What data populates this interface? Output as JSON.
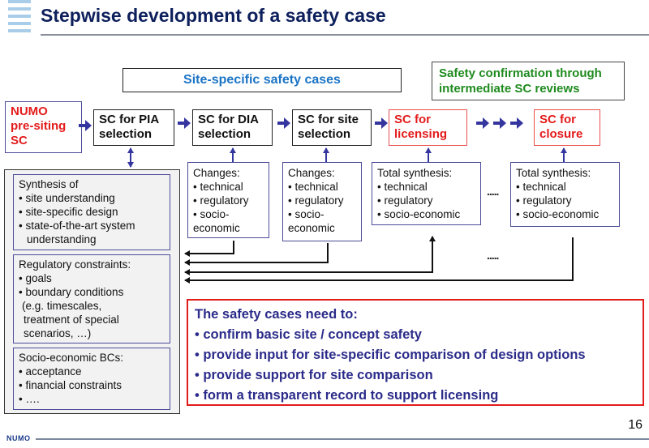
{
  "slide": {
    "title": "Stepwise development of a safety case",
    "page_number": "16",
    "footer_logo": "NUMO"
  },
  "banners": {
    "site_specific": "Site-specific safety cases",
    "confirmation_line1": "Safety confirmation through",
    "confirmation_line2": "intermediate SC reviews"
  },
  "stages": [
    {
      "line1": "NUMO",
      "line2": "pre-siting",
      "line3": "SC",
      "color": "#e41b1b"
    },
    {
      "line1": "SC for PIA",
      "line2": "selection",
      "color": "#111111"
    },
    {
      "line1": "SC for DIA",
      "line2": "selection",
      "color": "#111111"
    },
    {
      "line1": "SC for site",
      "line2": "selection",
      "color": "#111111"
    },
    {
      "line1": "SC for",
      "line2": "licensing",
      "color": "#e41b1b"
    },
    {
      "line1": "SC for",
      "line2": "closure",
      "color": "#e41b1b"
    }
  ],
  "inputs": [
    {
      "heading": "Changes:",
      "items": [
        "technical",
        "regulatory",
        "socio-"
      ],
      "tail": "economic"
    },
    {
      "heading": "Changes:",
      "items": [
        "technical",
        "regulatory",
        "socio-"
      ],
      "tail": "economic"
    },
    {
      "heading": "Total synthesis:",
      "items": [
        "technical",
        "regulatory",
        "socio-economic"
      ]
    },
    {
      "heading": "Total synthesis:",
      "items": [
        "technical",
        "regulatory",
        "socio-economic"
      ]
    }
  ],
  "ellipsis": ".....",
  "left_panel": {
    "synthesis": {
      "heading": "Synthesis of",
      "items": [
        "site understanding",
        "site-specific design",
        "state-of-the-art system"
      ],
      "tail": "understanding"
    },
    "regulatory": {
      "heading": "Regulatory constraints:",
      "items": [
        "goals",
        "boundary conditions"
      ],
      "tail1": "(e.g. timescales,",
      "tail2": "treatment of special",
      "tail3": "scenarios, …)"
    },
    "socio": {
      "heading": "Socio-economic BCs:",
      "items": [
        "acceptance",
        "financial constraints",
        "…."
      ]
    }
  },
  "needs": {
    "heading": "The safety cases need to:",
    "items": [
      "confirm basic site / concept safety",
      "provide input for site-specific comparison of design options",
      "provide support for site comparison",
      "form a transparent record to support licensing"
    ]
  },
  "colors": {
    "title": "#0d1f5c",
    "flow_arrow": "#3535a0",
    "highlight_red": "#e41b1b",
    "site_specific_blue": "#1b74c5",
    "confirmation_green": "#1f8b1f",
    "needs_text": "#2b2b8a"
  }
}
